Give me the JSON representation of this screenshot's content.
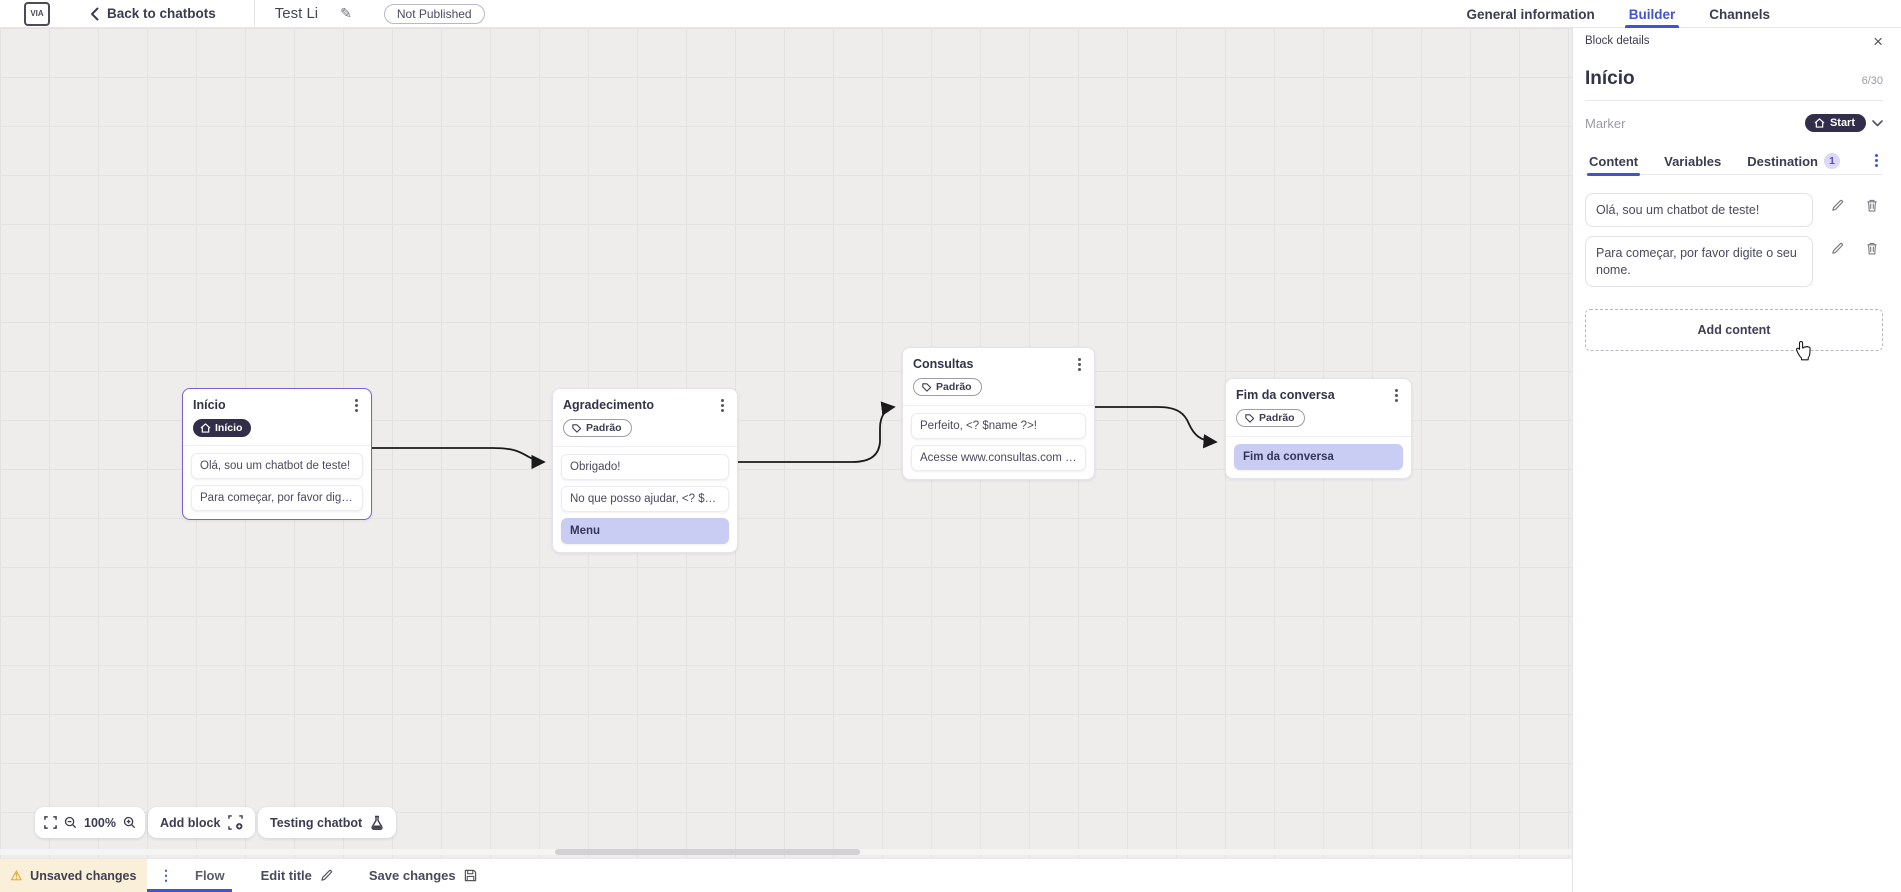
{
  "topbar": {
    "logo_text": "VIA",
    "back_label": "Back to chatbots",
    "title": "Test Li",
    "status_badge": "Not Published"
  },
  "nav_tabs": [
    {
      "label": "General information",
      "active": false
    },
    {
      "label": "Builder",
      "active": true
    },
    {
      "label": "Channels",
      "active": false
    }
  ],
  "panel": {
    "header_label": "Block details",
    "close_glyph": "×",
    "block_title": "Início",
    "char_counter": "6/30",
    "marker_label": "Marker",
    "marker_value": "Start",
    "tabs": [
      {
        "label": "Content",
        "active": true
      },
      {
        "label": "Variables",
        "active": false
      },
      {
        "label": "Destination",
        "active": false,
        "badge": "1"
      }
    ],
    "content_items": [
      "Olá, sou um chatbot de teste!",
      "Para começar, por favor digite o seu nome."
    ],
    "add_content_label": "Add content"
  },
  "canvas": {
    "nodes": [
      {
        "title": "Início",
        "badge_label": "Início",
        "badge_type": "start",
        "selected": true,
        "items": [
          "Olá, sou um chatbot de teste!",
          "Para começar, por favor digite o ..."
        ]
      },
      {
        "title": "Agradecimento",
        "badge_label": "Padrão",
        "badge_type": "default",
        "selected": false,
        "items": [
          "Obrigado!",
          "No que posso ajudar, <? $name ...",
          "Menu"
        ]
      },
      {
        "title": "Consultas",
        "badge_label": "Padrão",
        "badge_type": "default",
        "selected": false,
        "items": [
          "Perfeito, <? $name ?>!",
          "Acesse www.consultas.com par..."
        ]
      },
      {
        "title": "Fim da conversa",
        "badge_label": "Padrão",
        "badge_type": "default",
        "selected": false,
        "items": [
          "Fim da conversa"
        ]
      }
    ],
    "controls": {
      "zoom_level": "100%",
      "add_block_label": "Add block",
      "testing_label": "Testing chatbot"
    }
  },
  "statusbar": {
    "unsaved_label": "Unsaved changes",
    "warning_glyph": "⚠",
    "kebab_glyph": "⋮",
    "flow_tab": "Flow",
    "edit_title_label": "Edit title",
    "save_label": "Save changes"
  },
  "icons": {
    "logo": "app-logo",
    "back": "chevron-left",
    "edit": "pencil",
    "close": "x",
    "home": "house",
    "tag": "label-tag",
    "delete": "trash",
    "fullscreen": "corner-brackets",
    "zoom_out": "magnifier-minus",
    "zoom_in": "magnifier-plus",
    "add_block": "dashed-square-plus",
    "testing": "flask",
    "save": "floppy-disk",
    "warning": "triangle-exclamation"
  },
  "colors": {
    "accent_blue": "#4053d3",
    "selection_purple": "#7b5fd6",
    "dark_pill": "#322e49",
    "highlight_item": "#c9cdf3",
    "destination_badge_bg": "#dcd8f8",
    "destination_badge_text": "#5b4ecb",
    "unsaved_bg": "#faf0da",
    "warning_icon": "#e5a93c",
    "canvas_bg": "#eeedec",
    "wire": "#1a1a1a"
  }
}
